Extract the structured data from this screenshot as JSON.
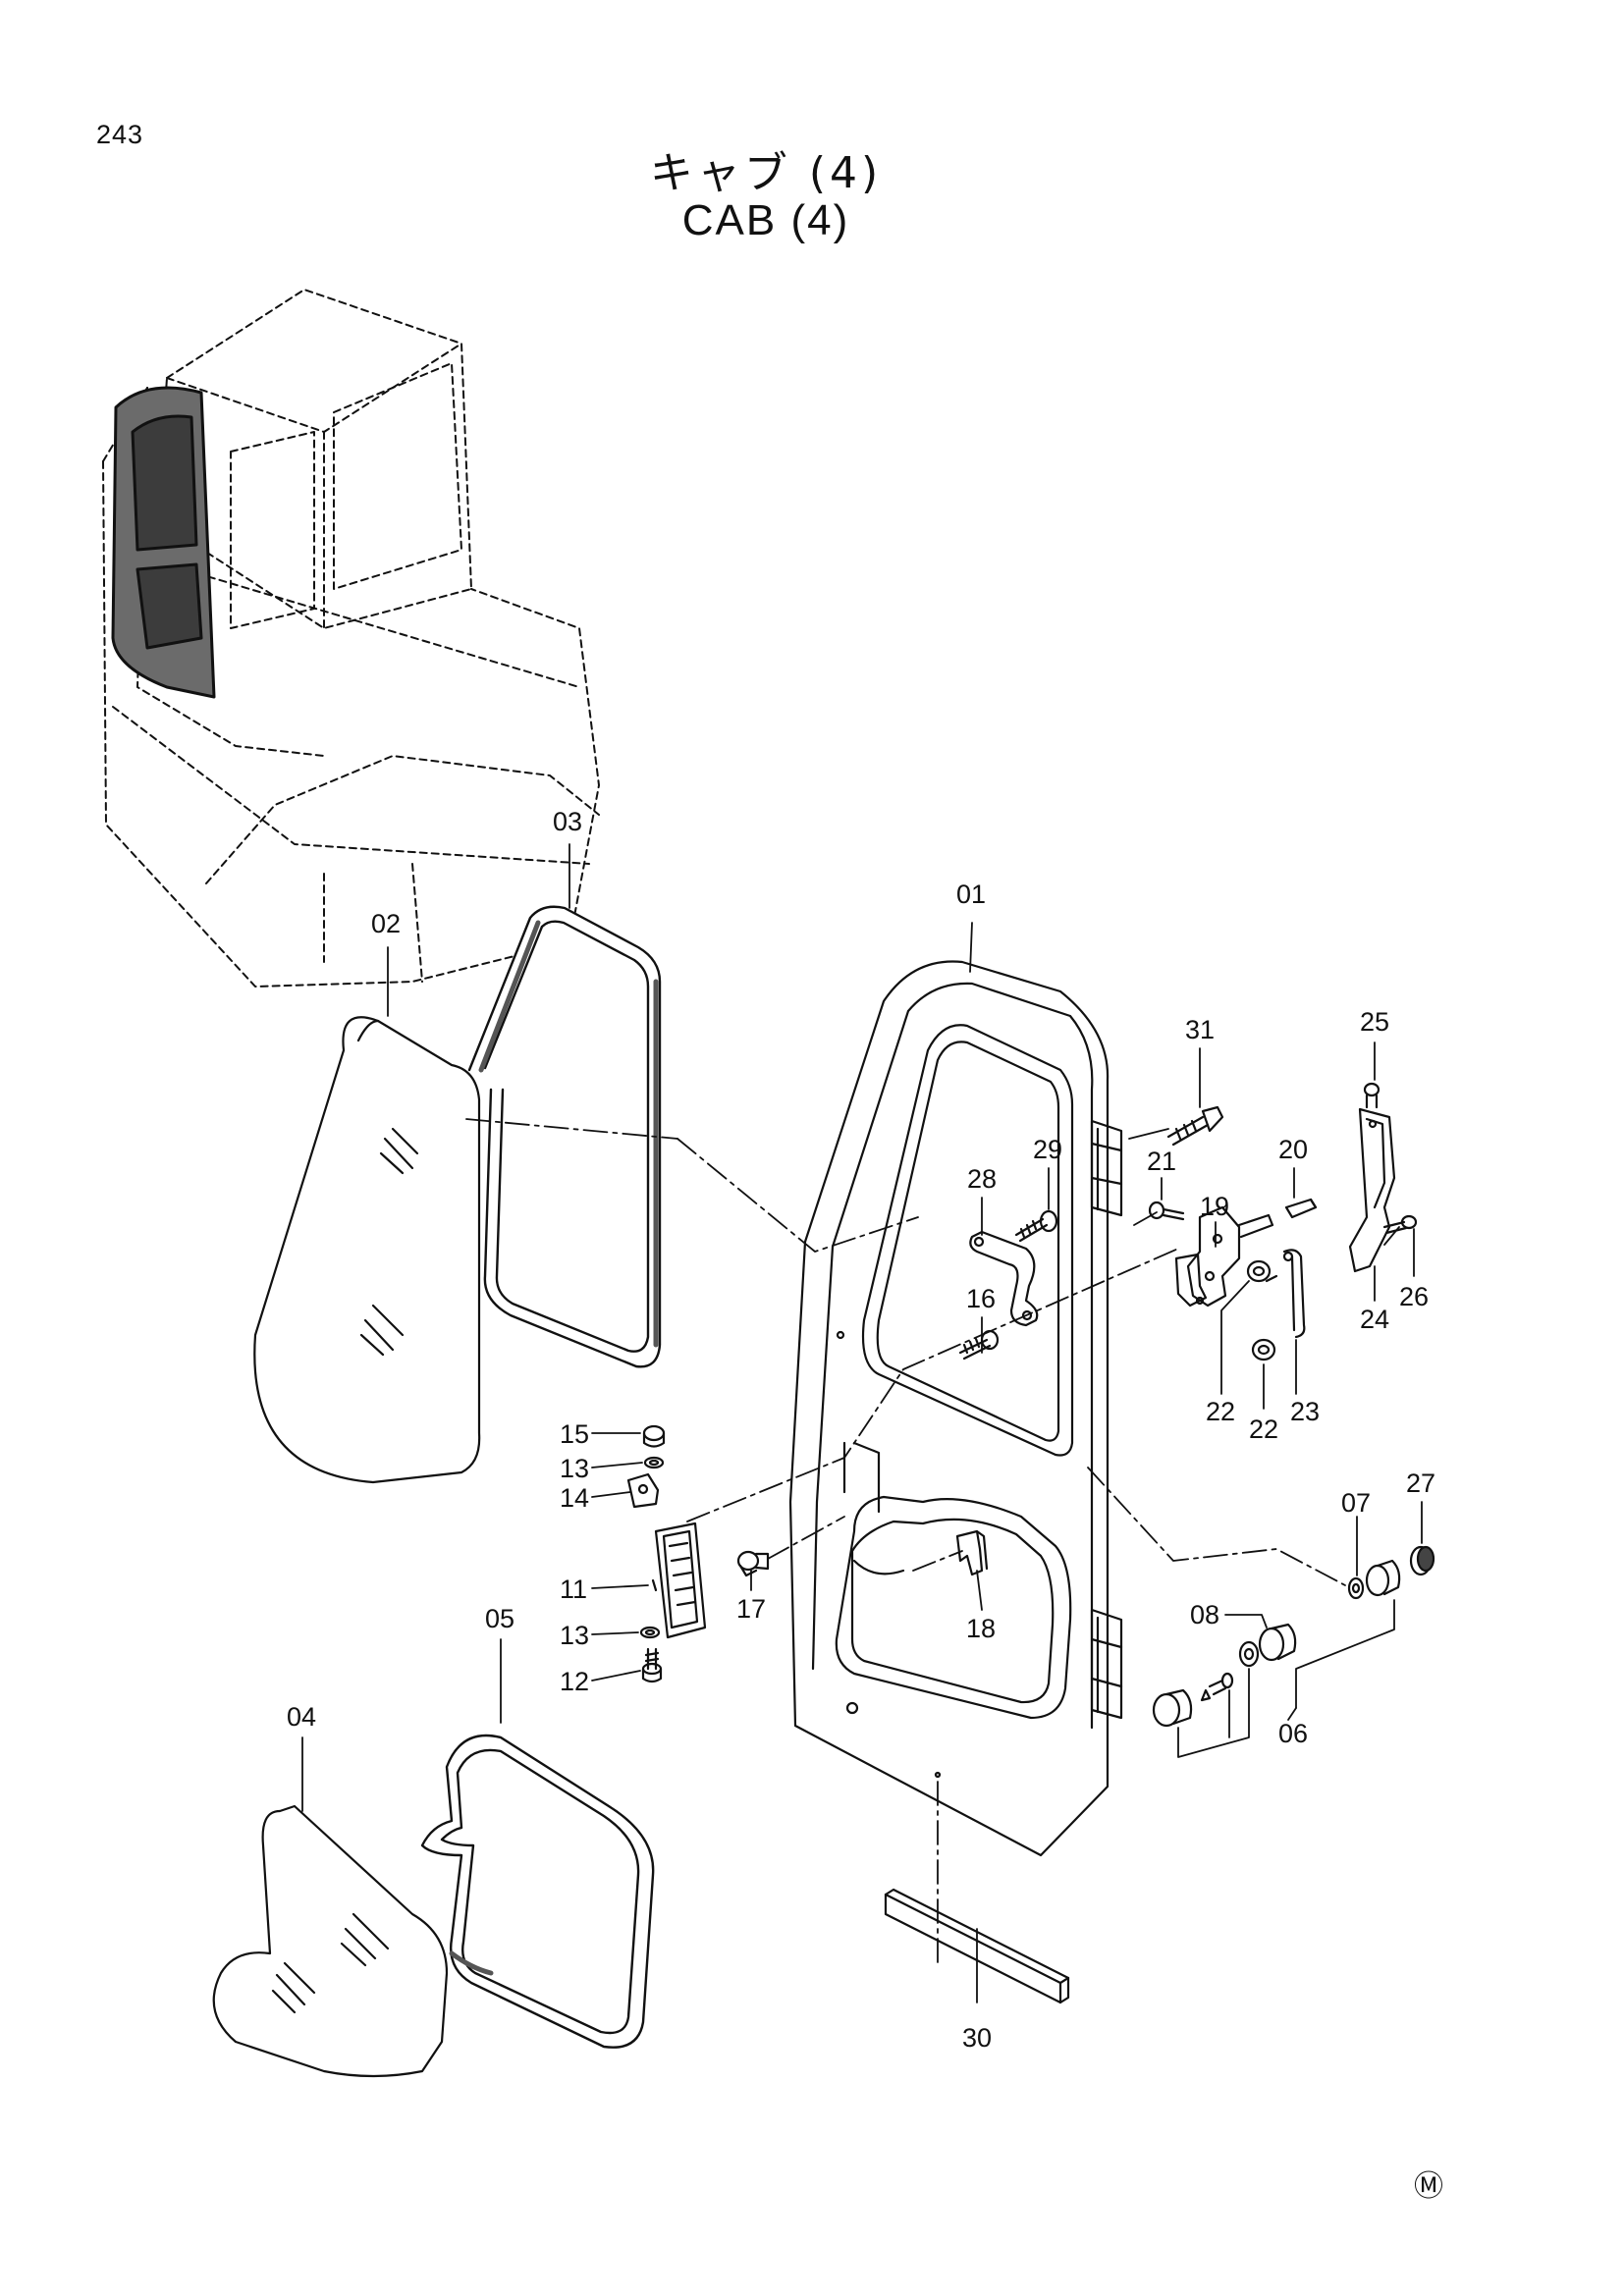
{
  "page": {
    "number": "243",
    "title_jp": "キャブ (4)",
    "title_en": "CAB (4)",
    "mark": "Ⓜ"
  },
  "callouts": {
    "p01": "01",
    "p02": "02",
    "p03": "03",
    "p04": "04",
    "p05": "05",
    "p06": "06",
    "p07": "07",
    "p08": "08",
    "p11": "11",
    "p12": "12",
    "p13a": "13",
    "p13b": "13",
    "p14": "14",
    "p15": "15",
    "p16": "16",
    "p17": "17",
    "p18": "18",
    "p19": "19",
    "p20": "20",
    "p21": "21",
    "p22a": "22",
    "p22b": "22",
    "p23": "23",
    "p24": "24",
    "p25": "25",
    "p26": "26",
    "p27": "27",
    "p28": "28",
    "p29": "29",
    "p30": "30",
    "p31": "31"
  }
}
